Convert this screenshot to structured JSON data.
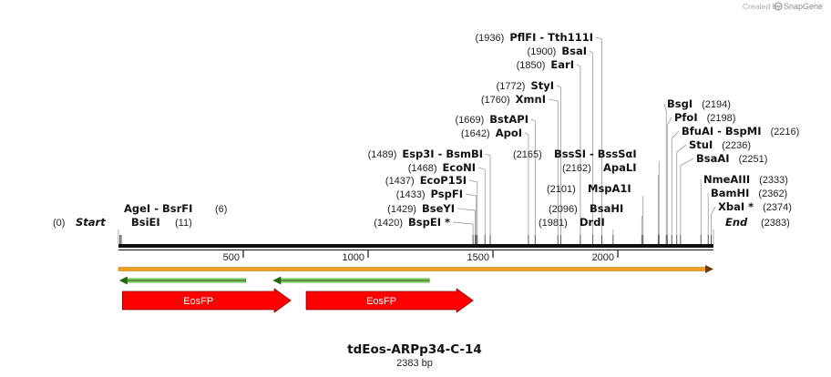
{
  "credit": {
    "prefix": "Created by",
    "brand": "SnapGene"
  },
  "map": {
    "length": 2383,
    "backbone_color": "#111111",
    "ticks": [
      500,
      1000,
      1500,
      2000
    ],
    "start_label": "Start",
    "start_pos": "(0)",
    "end_label": "End",
    "end_pos": "(2383)"
  },
  "enzymes_left": [
    {
      "name": "AgeI  -  BsrFI",
      "pos_text": "(6)",
      "pos": 6
    },
    {
      "name": "BsiEI",
      "pos_text": "(11)",
      "pos": 11
    },
    {
      "name": "BspEI *",
      "pos_text": "(1420)",
      "pos": 1420
    },
    {
      "name": "BseYI",
      "pos_text": "(1429)",
      "pos": 1429
    },
    {
      "name": "PspFI",
      "pos_text": "(1433)",
      "pos": 1433
    },
    {
      "name": "EcoP15I",
      "pos_text": "(1437)",
      "pos": 1437
    },
    {
      "name": "EcoNI",
      "pos_text": "(1468)",
      "pos": 1468
    },
    {
      "name": "Esp3I  -  BsmBI",
      "pos_text": "(1489)",
      "pos": 1489
    },
    {
      "name": "ApoI",
      "pos_text": "(1642)",
      "pos": 1642
    },
    {
      "name": "BstAPI",
      "pos_text": "(1669)",
      "pos": 1669
    },
    {
      "name": "XmnI",
      "pos_text": "(1760)",
      "pos": 1760
    },
    {
      "name": "StyI",
      "pos_text": "(1772)",
      "pos": 1772
    },
    {
      "name": "EarI",
      "pos_text": "(1850)",
      "pos": 1850
    },
    {
      "name": "BsaI",
      "pos_text": "(1900)",
      "pos": 1900
    },
    {
      "name": "PflFI  -  Tth111I",
      "pos_text": "(1936)",
      "pos": 1936
    },
    {
      "name": "DrdI",
      "pos_text": "(1981)",
      "pos": 1981
    },
    {
      "name": "BsaHI",
      "pos_text": "(2096)",
      "pos": 2096
    },
    {
      "name": "MspA1I",
      "pos_text": "(2101)",
      "pos": 2101
    },
    {
      "name": "ApaLI",
      "pos_text": "(2162)",
      "pos": 2162
    },
    {
      "name": "BssSI  -  BssSαI",
      "pos_text": "(2165)",
      "pos": 2165
    }
  ],
  "enzymes_right": [
    {
      "name": "BsgI",
      "pos_text": "(2194)",
      "pos": 2194
    },
    {
      "name": "PfoI",
      "pos_text": "(2198)",
      "pos": 2198
    },
    {
      "name": "BfuAI  -  BspMI",
      "pos_text": "(2216)",
      "pos": 2216
    },
    {
      "name": "StuI",
      "pos_text": "(2236)",
      "pos": 2236
    },
    {
      "name": "BsaAI",
      "pos_text": "(2251)",
      "pos": 2251
    },
    {
      "name": "NmeAIII",
      "pos_text": "(2333)",
      "pos": 2333
    },
    {
      "name": "BamHI",
      "pos_text": "(2362)",
      "pos": 2362
    },
    {
      "name": "XbaI *",
      "pos_text": "(2374)",
      "pos": 2374
    }
  ],
  "features": {
    "orange_color": "#f0a020",
    "green_color": "#33aa22",
    "red_color": "#ff0000",
    "items": [
      {
        "type": "orange-arrow",
        "label": "",
        "direction": "forward",
        "start": 0,
        "end": 2383
      },
      {
        "type": "green-arrow",
        "label": "",
        "direction": "reverse",
        "start": 3,
        "end": 510
      },
      {
        "type": "green-arrow",
        "label": "",
        "direction": "reverse",
        "start": 618,
        "end": 1245
      },
      {
        "type": "red-arrow",
        "label": "EosFP",
        "direction": "forward",
        "start": 16,
        "end": 690
      },
      {
        "type": "red-arrow",
        "label": "EosFP",
        "direction": "forward",
        "start": 752,
        "end": 1420
      }
    ]
  },
  "plasmid": {
    "name": "tdEos-ARPp34-C-14",
    "size": "2383 bp"
  }
}
